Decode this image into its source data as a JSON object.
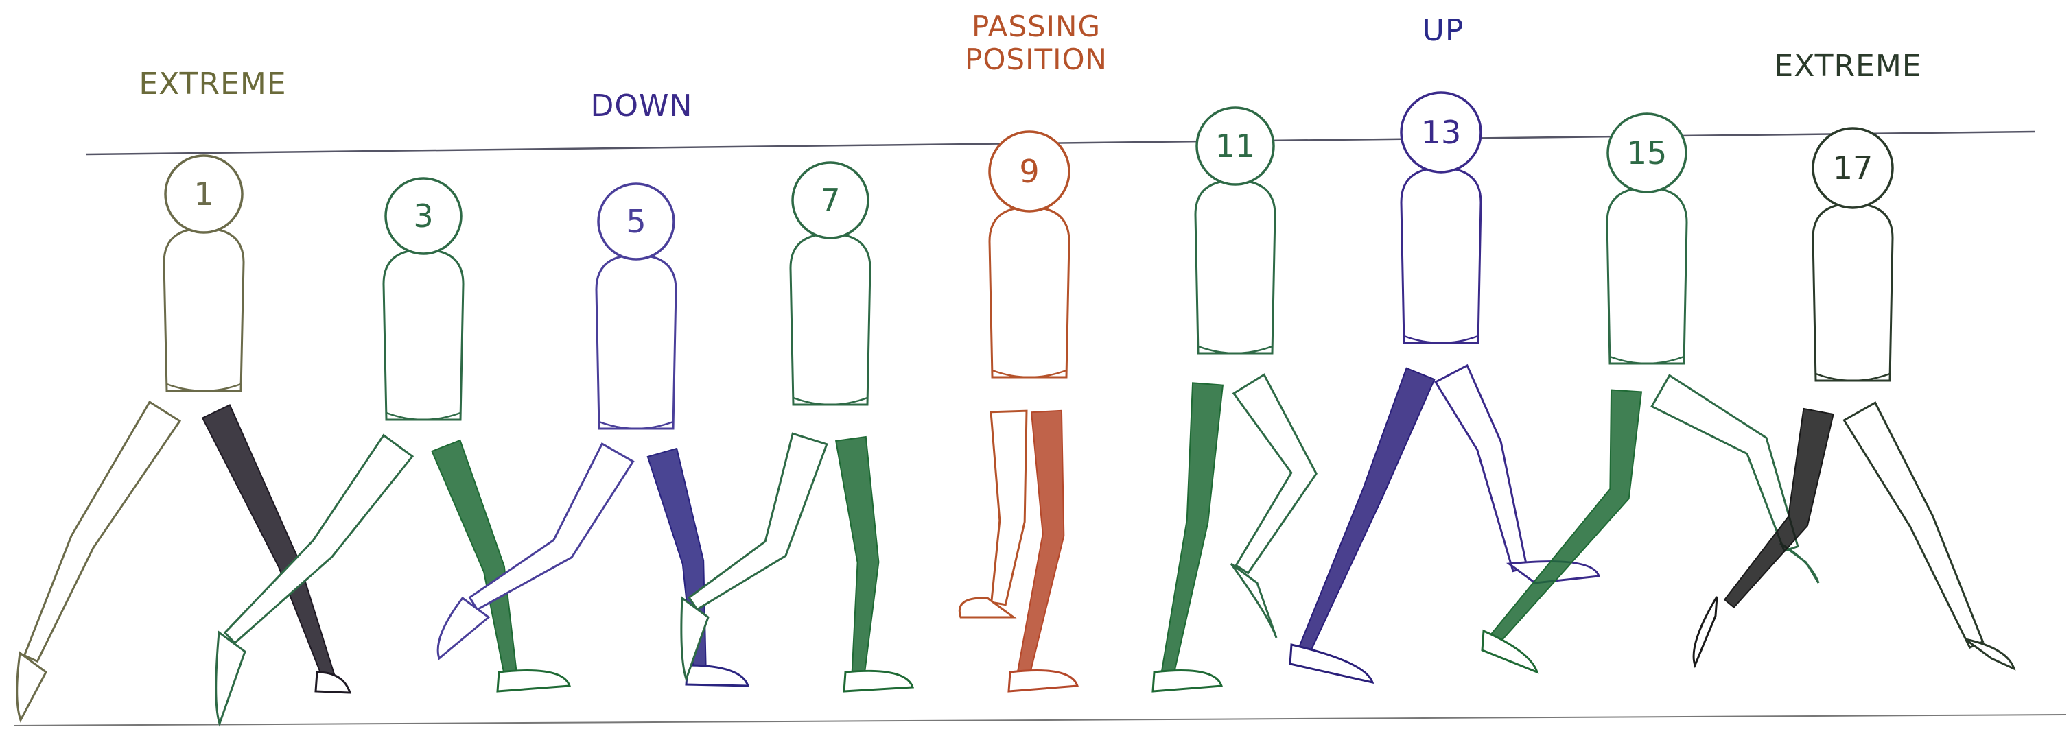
{
  "labels": {
    "extreme_start": "EXTREME",
    "down": "DOWN",
    "passing_line1": "PASSING",
    "passing_line2": "POSITION",
    "up": "UP",
    "extreme_end": "EXTREME"
  },
  "colors": {
    "label_default": "#6a6a3a",
    "label_down": "#3a2a8a",
    "label_passing": "#b5522a",
    "label_up": "#2a2a8a",
    "label_extreme_end": "#2a3a2a",
    "guide_line": "#555566"
  },
  "frames": [
    {
      "number": "1",
      "color": "#6b6b4a",
      "far_leg_color": "#1f1a24"
    },
    {
      "number": "3",
      "color": "#2e6a46",
      "far_leg_color": "#1f6a35"
    },
    {
      "number": "5",
      "color": "#4a3f9a",
      "far_leg_color": "#2a2480"
    },
    {
      "number": "7",
      "color": "#2e6a46",
      "far_leg_color": "#1f6a35"
    },
    {
      "number": "9",
      "color": "#b5522a",
      "far_leg_color": "#b5482a"
    },
    {
      "number": "11",
      "color": "#2e6a46",
      "far_leg_color": "#1f6a35"
    },
    {
      "number": "13",
      "color": "#3a2a8a",
      "far_leg_color": "#2a1f7a"
    },
    {
      "number": "15",
      "color": "#2e6a46",
      "far_leg_color": "#1f6a35"
    },
    {
      "number": "17",
      "color": "#2a3a2a",
      "far_leg_color": "#1a1a1a"
    }
  ]
}
